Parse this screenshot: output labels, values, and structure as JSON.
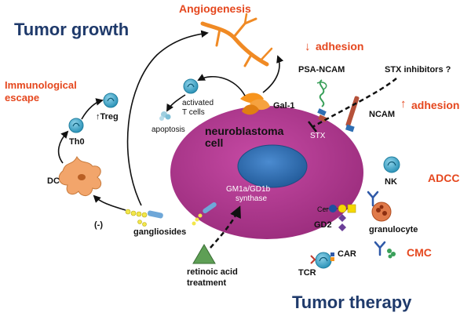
{
  "titles": {
    "top": "Tumor growth",
    "bottom": "Tumor therapy"
  },
  "process_labels": {
    "angiogenesis": "Angiogenesis",
    "immune_escape_line1": "Immunological",
    "immune_escape_line2": "escape",
    "adhesion_down": "adhesion",
    "adhesion_up": "adhesion",
    "adcc": "ADCC",
    "cmc": "CMC"
  },
  "cells": {
    "tumor_line1": "neuroblastoma",
    "tumor_line2": "cell",
    "th0": "Th0",
    "treg": "↑Treg",
    "dc": "DC",
    "activated_t_line1": "activated",
    "activated_t_line2": "T cells",
    "apoptosis": "apoptosis",
    "nk": "NK",
    "granulocyte": "granulocyte",
    "tcr": "TCR",
    "car": "CAR"
  },
  "molecules": {
    "gal1": "Gal-1",
    "psa_ncam": "PSA-NCAM",
    "stx_inhibitors": "STX inhibitors ?",
    "ncam": "NCAM",
    "stx": "STX",
    "synthase_line1": "GM1a/GD1b",
    "synthase_line2": "synthase",
    "gangliosides": "gangliosides",
    "gd2": "GD2",
    "cer": "Cer",
    "retinoic_line1": "retinoic acid",
    "retinoic_line2": "treatment",
    "negative": "(-)"
  },
  "colors": {
    "title": "#1f3a6b",
    "highlight": "#e5471e",
    "tumor": "#b0378f",
    "nucleus": "#2f6fb3",
    "immune_cell": "#3ba6c9",
    "dc_cell": "#f2a56b",
    "vessel": "#f08a24",
    "gal1": "#f7941d",
    "antibody": "#2f59a8",
    "ganglioside": "#f3e74a",
    "retinoic": "#5e9f55",
    "ncam": "#b5513a",
    "gd2_blue": "#1f4f9f",
    "gd2_yellow": "#f5d800",
    "gd2_purple": "#6b3f98"
  }
}
